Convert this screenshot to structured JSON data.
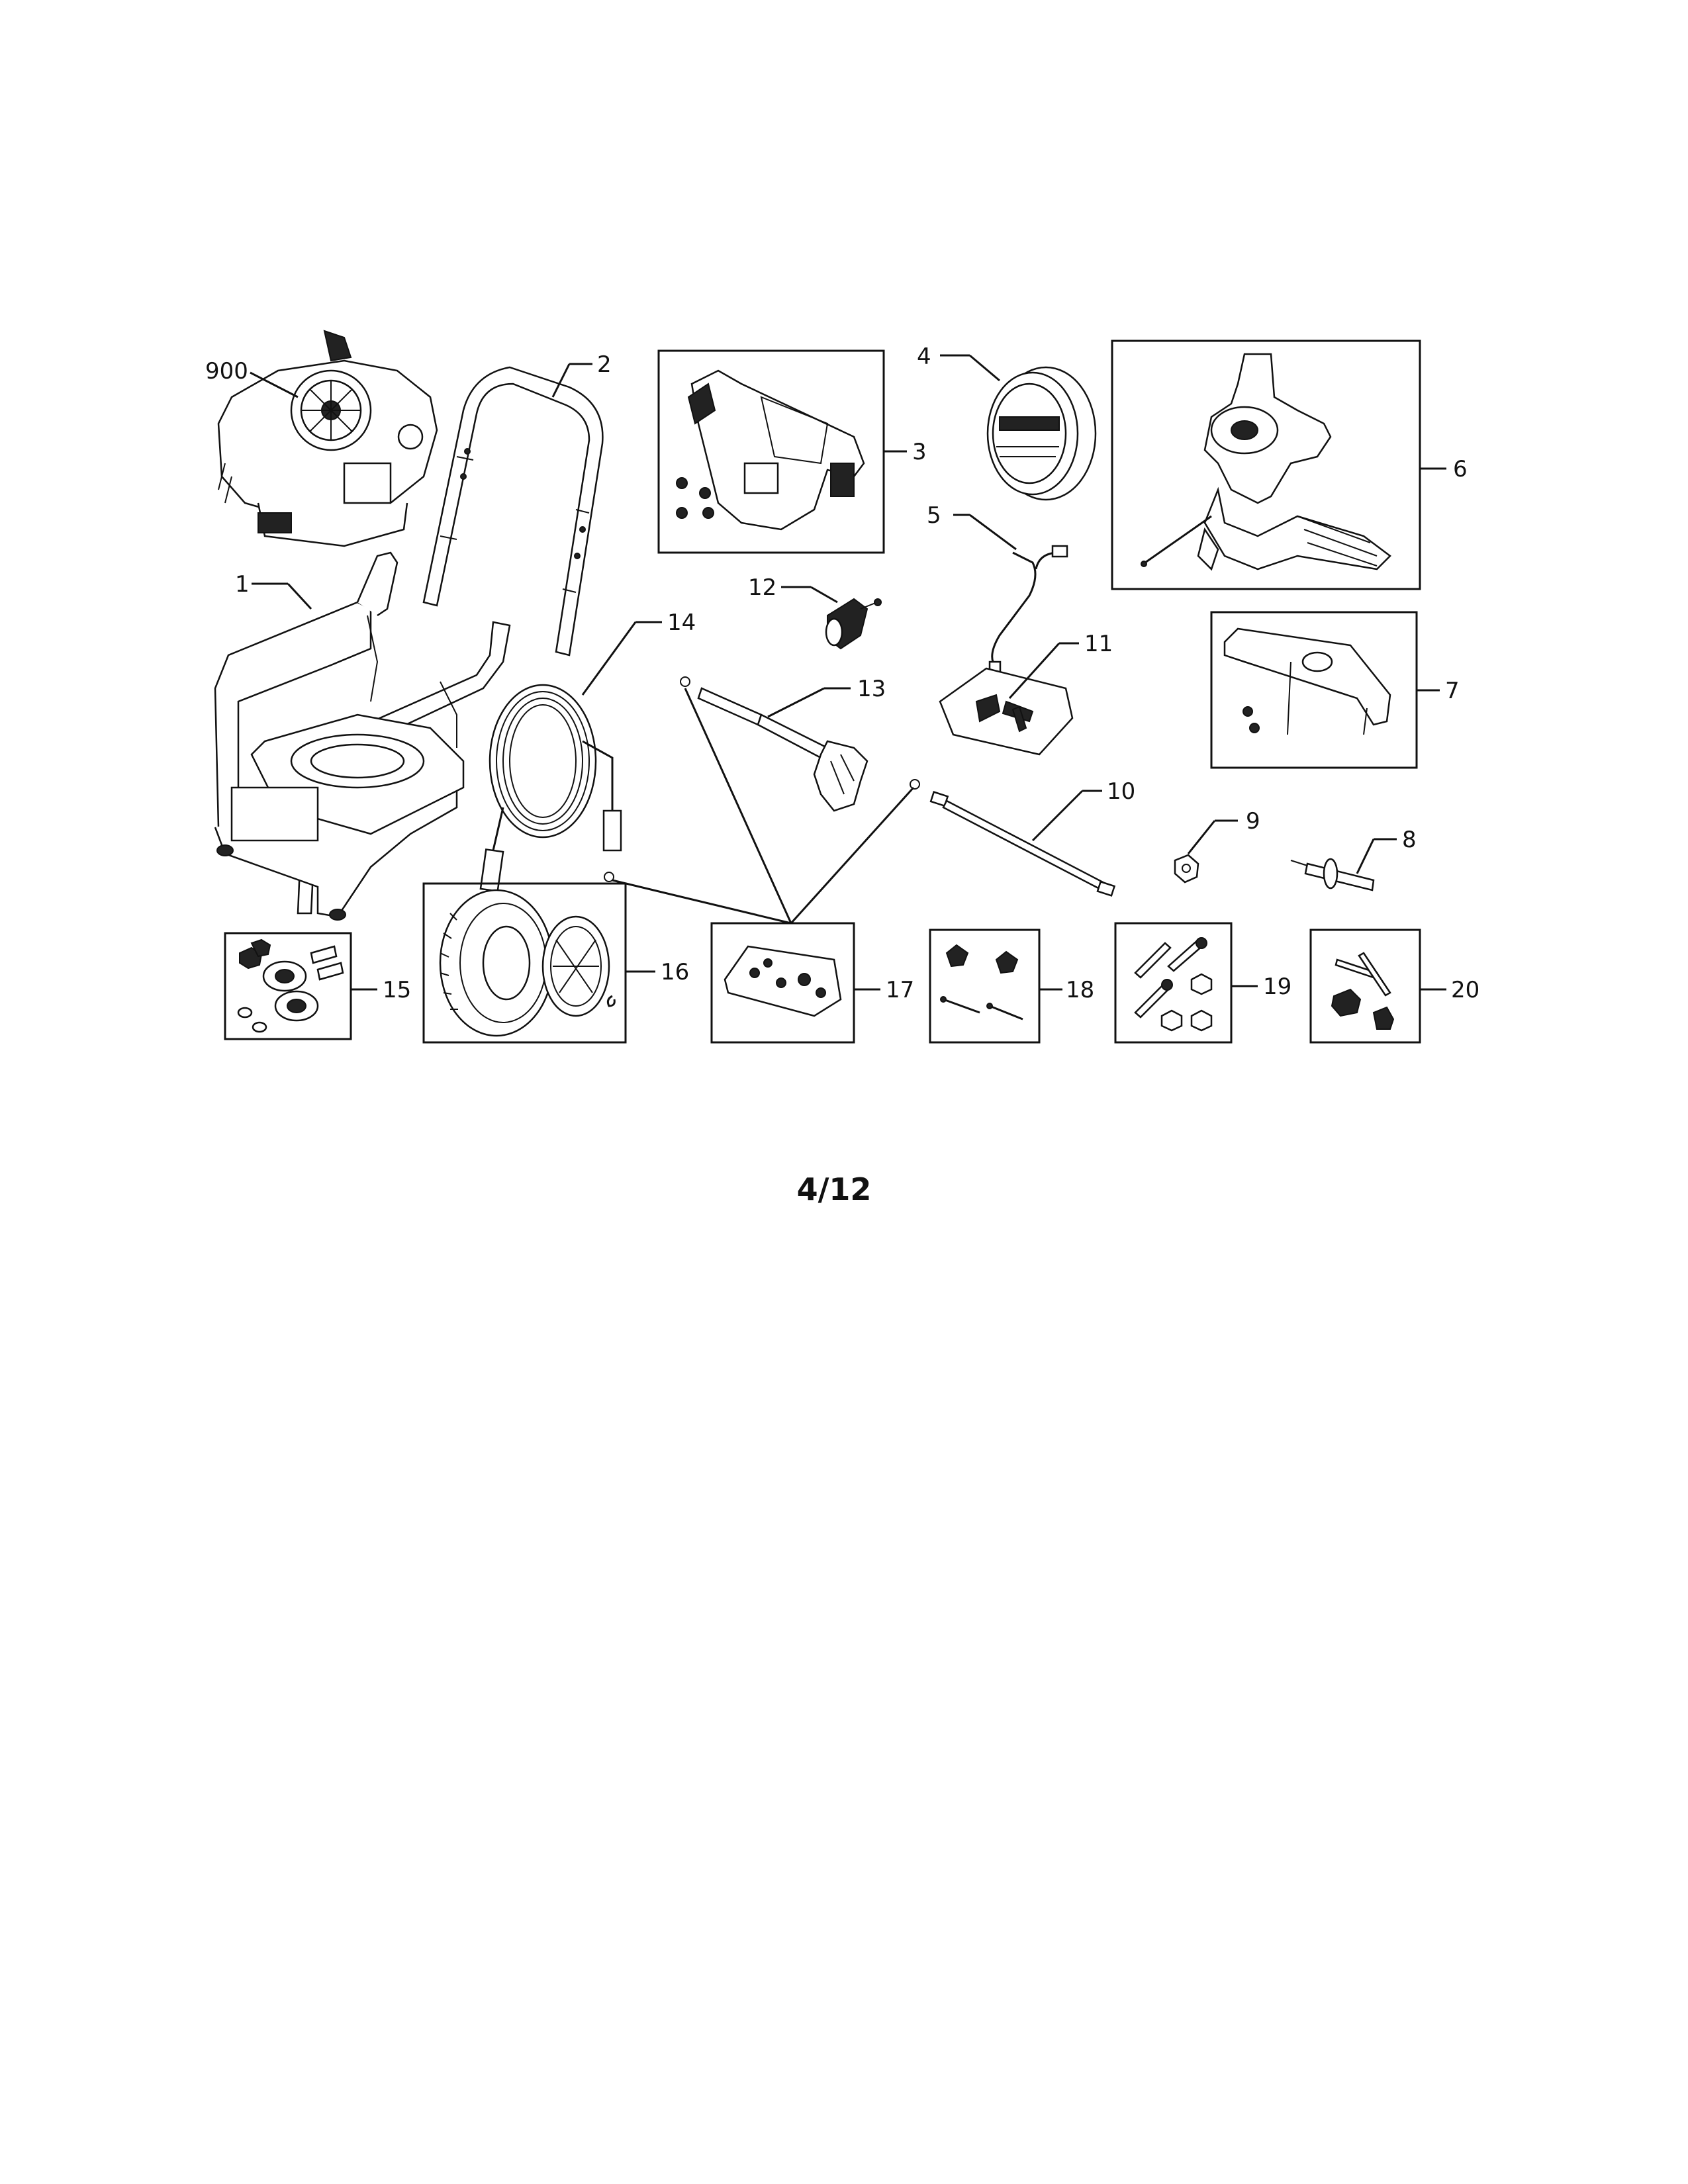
{
  "page": {
    "page_number": "4/12"
  },
  "callouts": {
    "c900": "900",
    "c1": "1",
    "c2": "2",
    "c3": "3",
    "c4": "4",
    "c5": "5",
    "c6": "6",
    "c7": "7",
    "c8": "8",
    "c9": "9",
    "c10": "10",
    "c11": "11",
    "c12": "12",
    "c13": "13",
    "c14": "14",
    "c15": "15",
    "c16": "16",
    "c17": "17",
    "c18": "18",
    "c19": "19",
    "c20": "20"
  }
}
